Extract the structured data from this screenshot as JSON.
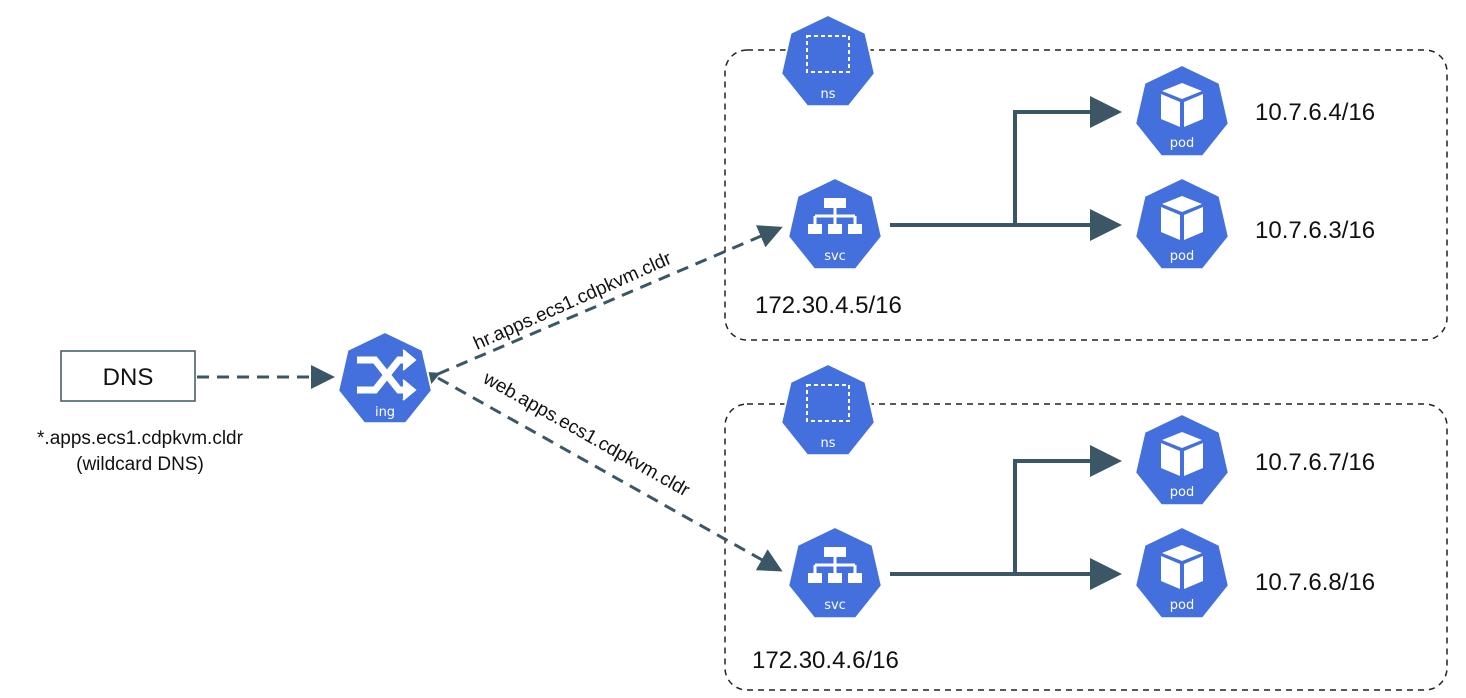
{
  "colors": {
    "k8s_blue": "#326ce5",
    "icon_fill": "#4370dd",
    "edge": "#3b5766",
    "frame": "#222222"
  },
  "dns": {
    "label": "DNS",
    "caption_line1": "*.apps.ecs1.cdpkvm.cldr",
    "caption_line2": "(wildcard DNS)"
  },
  "ingress": {
    "icon": "ingress-icon",
    "label": "ing"
  },
  "routes": [
    {
      "host": "hr.apps.ecs1.cdpkvm.cldr"
    },
    {
      "host": "web.apps.ecs1.cdpkvm.cldr"
    }
  ],
  "namespaces": [
    {
      "ns_icon_label": "ns",
      "service": {
        "icon_label": "svc",
        "ip": "172.30.4.5/16"
      },
      "pods": [
        {
          "icon_label": "pod",
          "ip": "10.7.6.4/16"
        },
        {
          "icon_label": "pod",
          "ip": "10.7.6.3/16"
        }
      ]
    },
    {
      "ns_icon_label": "ns",
      "service": {
        "icon_label": "svc",
        "ip": "172.30.4.6/16"
      },
      "pods": [
        {
          "icon_label": "pod",
          "ip": "10.7.6.7/16"
        },
        {
          "icon_label": "pod",
          "ip": "10.7.6.8/16"
        }
      ]
    }
  ]
}
